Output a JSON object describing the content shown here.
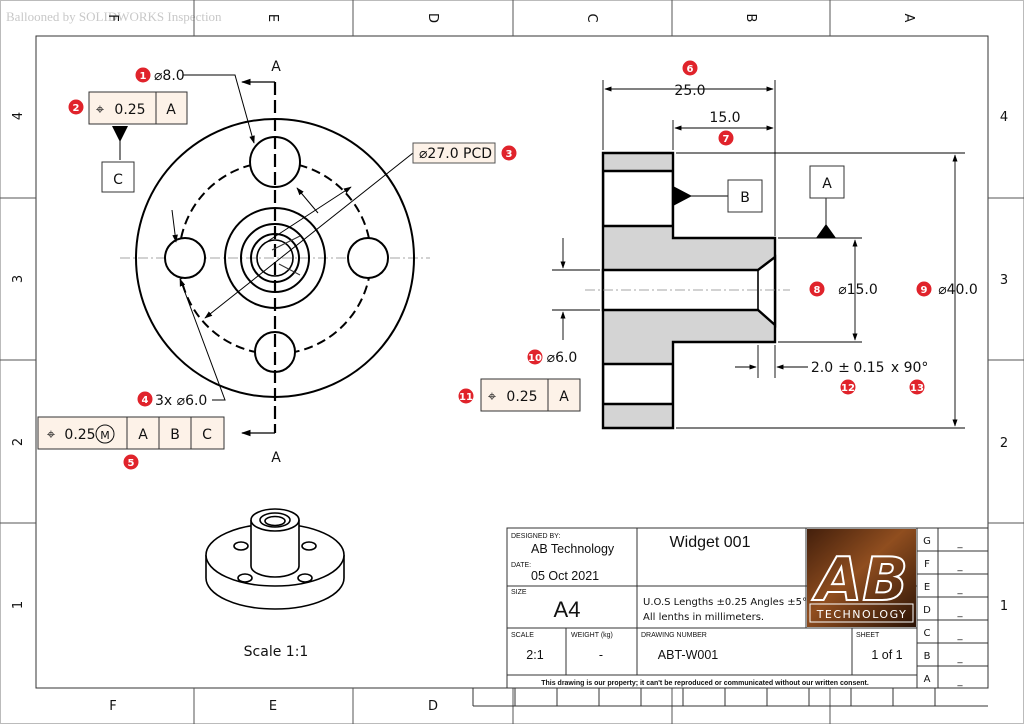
{
  "watermark": "Ballooned by SOLIDWORKS Inspection",
  "zones": {
    "top_cols": [
      "F",
      "E",
      "D",
      "C",
      "B",
      "A"
    ],
    "bottom_cols": [
      "F",
      "E",
      "D"
    ],
    "rows": [
      "4",
      "3",
      "2",
      "1"
    ]
  },
  "front_view": {
    "section_label_top": "A",
    "section_label_bottom": "A",
    "hole_dim": "⌀8.0",
    "pcd_dim": "⌀27.0 PCD",
    "holes_note": "3x  ⌀6.0",
    "datum_c": "C",
    "fcf_top": {
      "symbol": "⌖",
      "tolerance": "0.25",
      "datum": "A"
    },
    "fcf_bottom": {
      "symbol": "⌖",
      "tolerance": "0.25",
      "modifier": "M",
      "datums": [
        "A",
        "B",
        "C"
      ]
    }
  },
  "section_view": {
    "dim_25": "25.0",
    "dim_15": "15.0",
    "datum_a": "A",
    "datum_b": "B",
    "dim_bore": "⌀15.0",
    "dim_od": "⌀40.0",
    "dim_hole": "⌀6.0",
    "chamfer_prefix": "2.0",
    "chamfer_pm": "±",
    "chamfer_tol": "0.15",
    "chamfer_x": "x",
    "chamfer_angle": "90°",
    "fcf": {
      "symbol": "⌖",
      "tolerance": "0.25",
      "datum": "A"
    }
  },
  "balloons": [
    "1",
    "2",
    "3",
    "4",
    "5",
    "6",
    "7",
    "8",
    "9",
    "10",
    "11",
    "12",
    "13"
  ],
  "iso_view": {
    "scale_label": "Scale 1:1"
  },
  "title_block": {
    "designed_by_label": "DESIGNED BY:",
    "designed_by": "AB Technology",
    "date_label": "DATE:",
    "date": "05 Oct 2021",
    "size_label": "SIZE",
    "size": "A4",
    "title": "Widget 001",
    "notes_1": "U.O.S Lengths ±0.25 Angles ±5°",
    "notes_2": "All lenths in millimeters.",
    "scale_label": "SCALE",
    "scale": "2:1",
    "weight_label": "WEIGHT (kg)",
    "weight": "-",
    "drawing_number_label": "DRAWING NUMBER",
    "drawing_number": "ABT-W001",
    "sheet_label": "SHEET",
    "sheet": "1 of 1",
    "footer": "This drawing is our property; it can't be reproduced or communicated without our written consent.",
    "logo_text_big": "AB",
    "logo_text_small": "TECHNOLOGY",
    "revisions": [
      "G",
      "F",
      "E",
      "D",
      "C",
      "B",
      "A"
    ],
    "revision_marks": [
      "_",
      "_",
      "_",
      "_",
      "_",
      "_",
      "_"
    ]
  }
}
